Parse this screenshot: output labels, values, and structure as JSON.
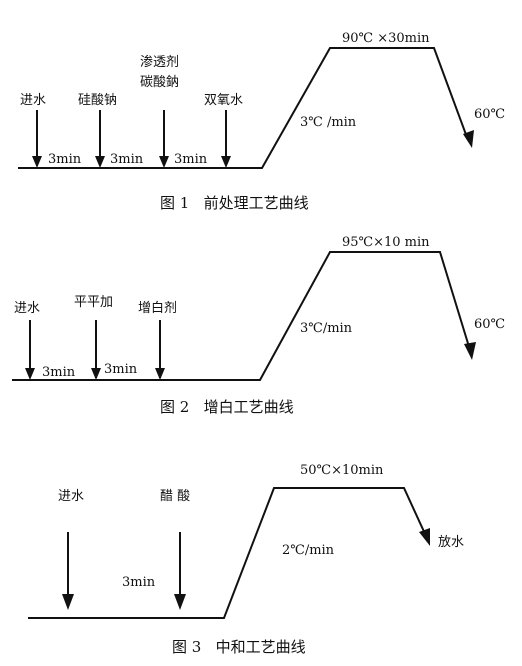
{
  "figures": [
    {
      "caption": "图 1   前处理工艺曲线",
      "adds": [
        {
          "label": "进水"
        },
        {
          "label": "硅酸钠"
        },
        {
          "label": "渗透剂",
          "label2": "碳酸鈉"
        },
        {
          "label": "双氧水"
        }
      ],
      "intervals": [
        "3min",
        "3min",
        "3min"
      ],
      "rate": "3℃ /min",
      "hold": "90℃ ×30min",
      "end": "60℃"
    },
    {
      "caption": "图 2   增白工艺曲线",
      "adds": [
        {
          "label": "进水"
        },
        {
          "label": "平平加"
        },
        {
          "label": "增白剂"
        }
      ],
      "intervals": [
        "3min",
        "3min"
      ],
      "rate": "3℃/min",
      "hold": "95℃×10 min",
      "end": "60℃"
    },
    {
      "caption": "图 3   中和工艺曲线",
      "adds": [
        {
          "label": "进水"
        },
        {
          "label": "醋 酸"
        }
      ],
      "intervals": [
        "3min"
      ],
      "rate": "2℃/min",
      "hold": "50℃×10min",
      "end": "放水"
    }
  ]
}
